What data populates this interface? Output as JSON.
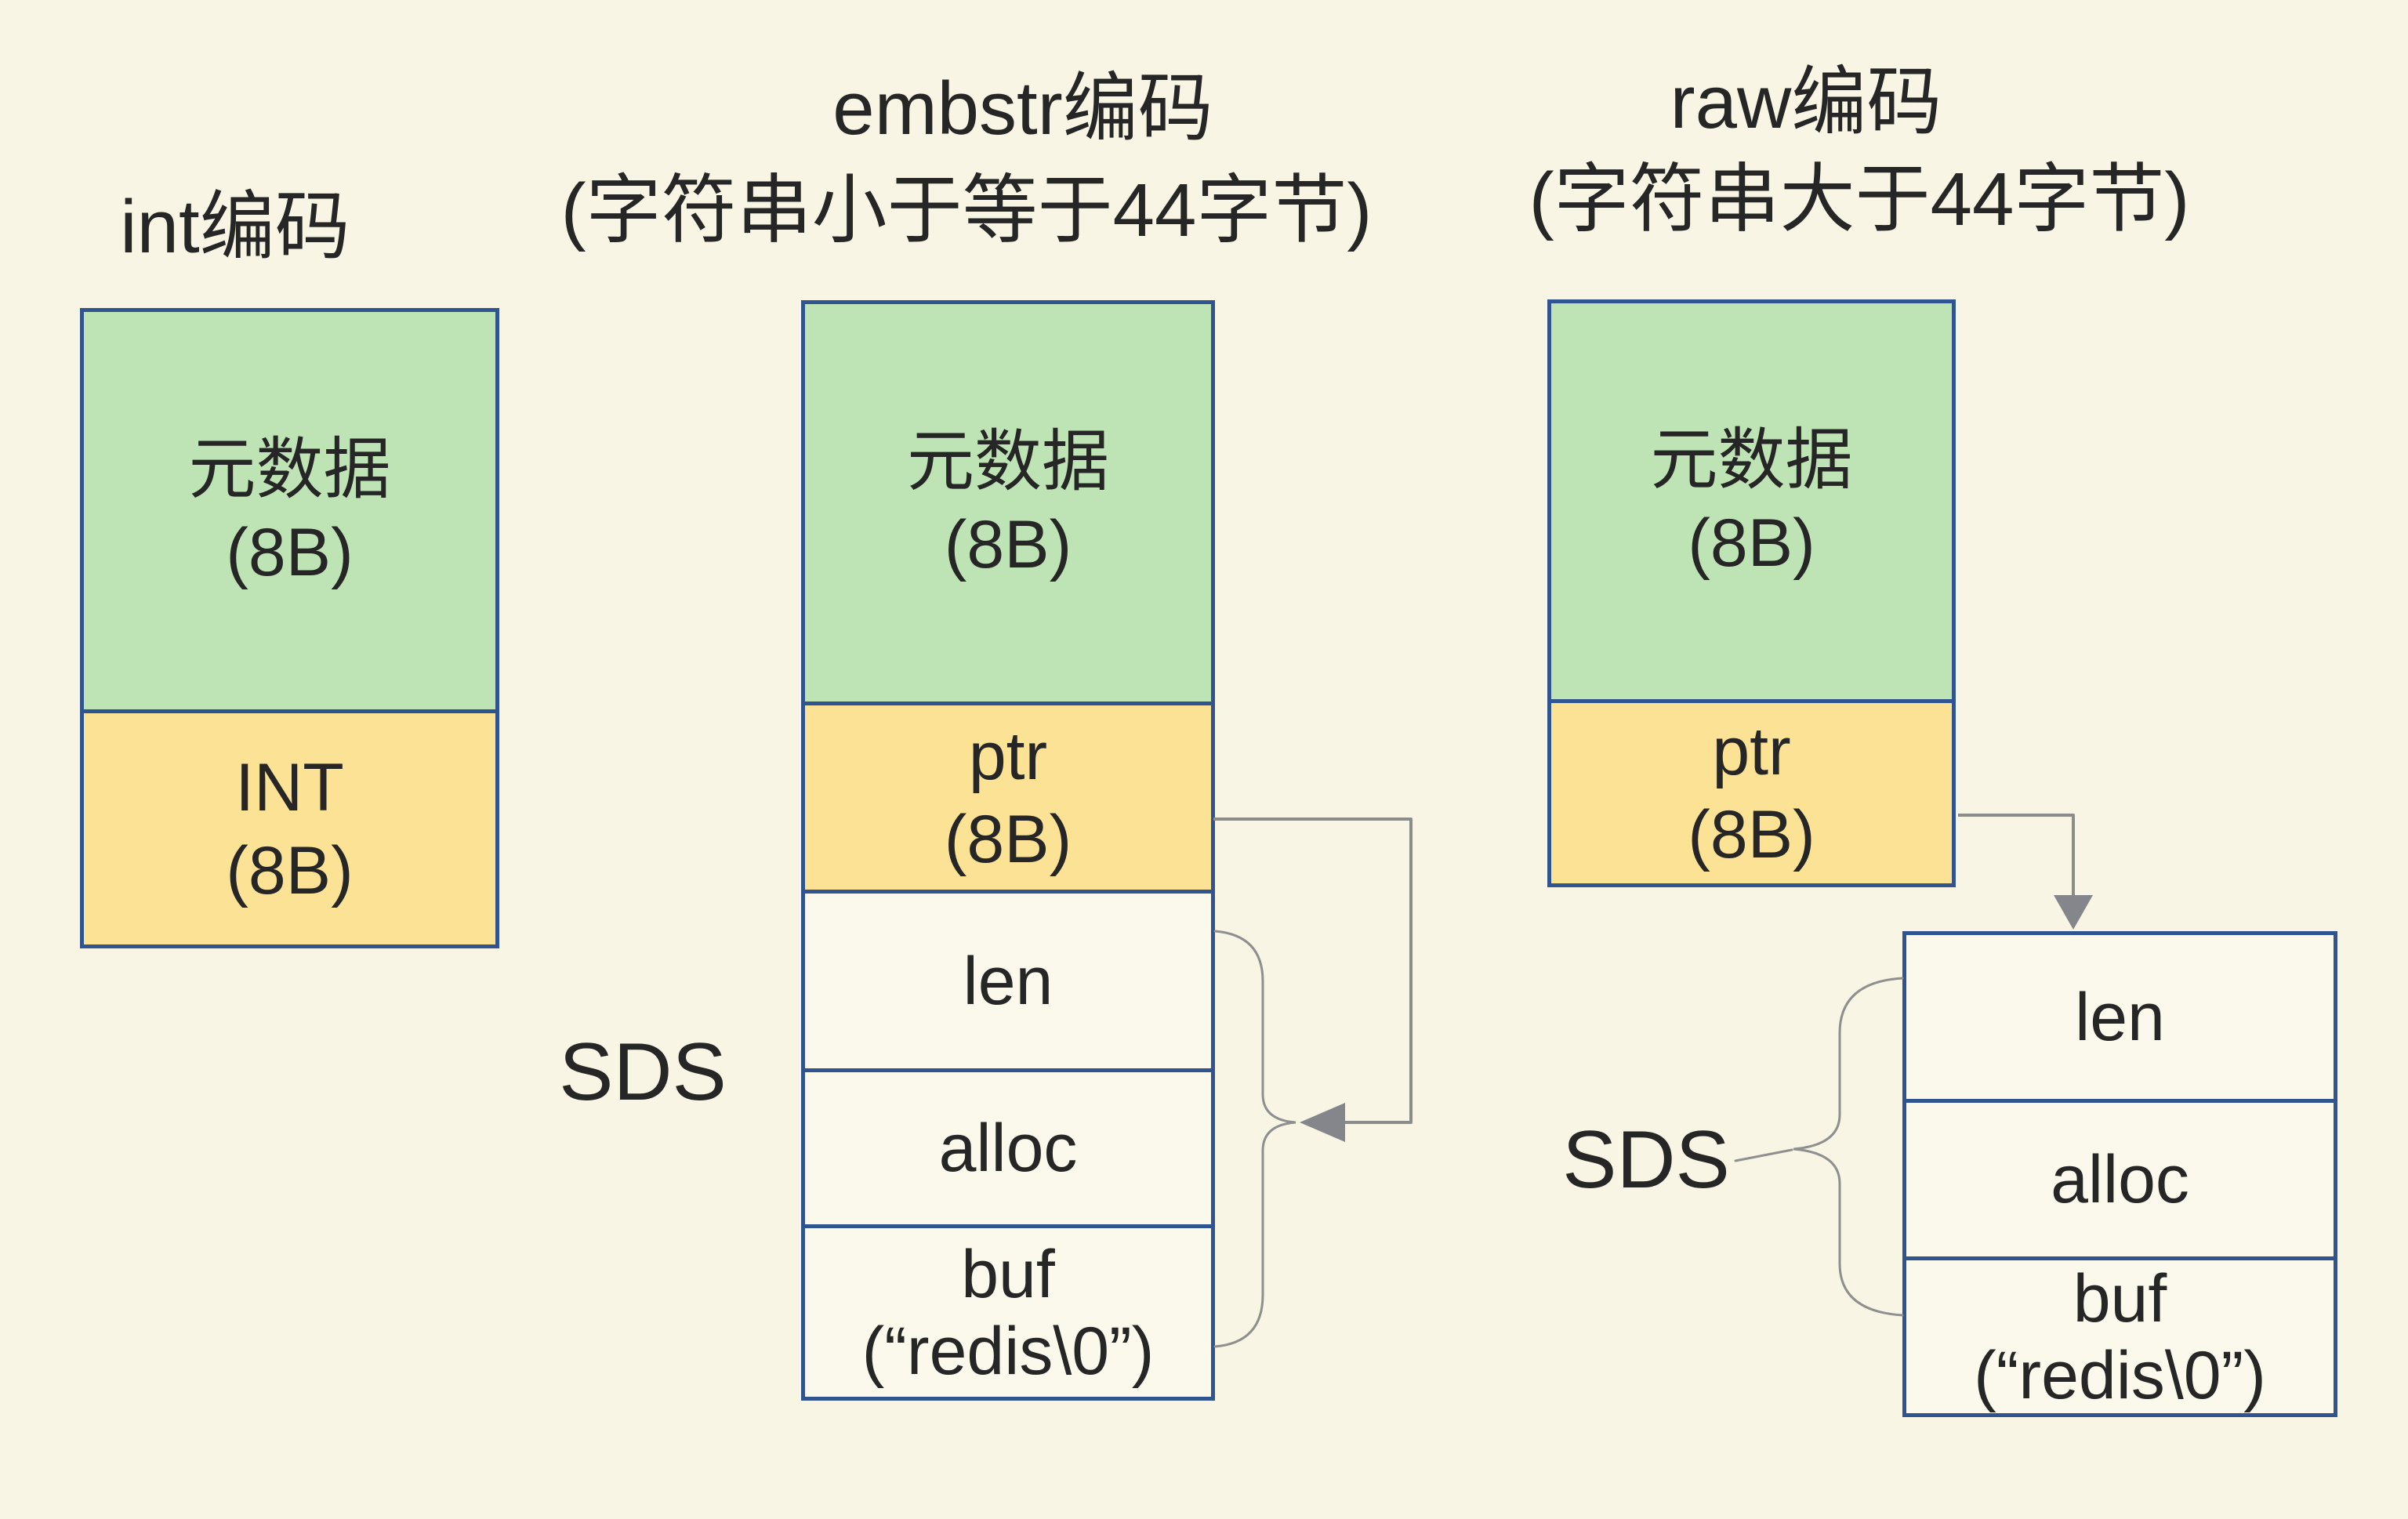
{
  "colors": {
    "bg": "#f8f5e4",
    "box_fill": "#fbf9ec",
    "green": "#bee3b4",
    "yellow": "#fce294",
    "border_blue": "#30548f",
    "line_gray": "#8c8c8c",
    "arrow_gray": "#85868c",
    "text": "#262626"
  },
  "titles": {
    "int": "int编码",
    "embstr_line1": "embstr编码",
    "embstr_line2": "(字符串小于等于44字节)",
    "raw_line1": "raw编码",
    "raw_line2": "(字符串大于44字节)"
  },
  "int_column": {
    "meta_label": "元数据",
    "meta_size": "(8B)",
    "value_label": "INT",
    "value_size": "(8B)"
  },
  "embstr_column": {
    "meta_label": "元数据",
    "meta_size": "(8B)",
    "ptr_label": "ptr",
    "ptr_size": "(8B)",
    "sds_label": "SDS",
    "len_label": "len",
    "alloc_label": "alloc",
    "buf_label": "buf",
    "buf_value": "(“redis\\0”)"
  },
  "raw_column": {
    "meta_label": "元数据",
    "meta_size": "(8B)",
    "ptr_label": "ptr",
    "ptr_size": "(8B)",
    "sds_label": "SDS",
    "len_label": "len",
    "alloc_label": "alloc",
    "buf_label": "buf",
    "buf_value": "(“redis\\0”)"
  }
}
